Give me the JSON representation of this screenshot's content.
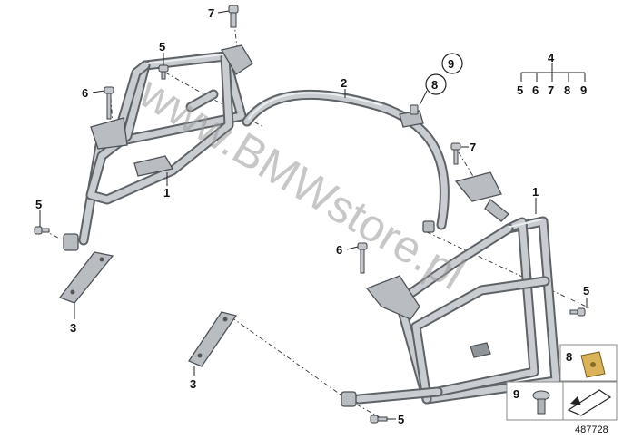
{
  "labels": {
    "part1_left": "1",
    "part1_right": "1",
    "part2": "2",
    "part3_upper": "3",
    "part3_lower": "3",
    "part5_top": "5",
    "part5_left": "5",
    "part5_right": "5",
    "part5_bottom": "5",
    "part6_left": "6",
    "part6_mid": "6",
    "part7_top": "7",
    "part7_right": "7",
    "part8_circled": "8",
    "part9_circled": "9"
  },
  "group_tree": {
    "parent": "4",
    "children": [
      "5",
      "6",
      "7",
      "8",
      "9"
    ]
  },
  "inset": {
    "box8_label": "8",
    "box9_label": "9"
  },
  "watermark": "www.BMWstore.pl",
  "diagram_number": "487728",
  "colors": {
    "tube_dark": "#5e6368",
    "tube_light": "#c9ccd0",
    "text": "#111111"
  }
}
